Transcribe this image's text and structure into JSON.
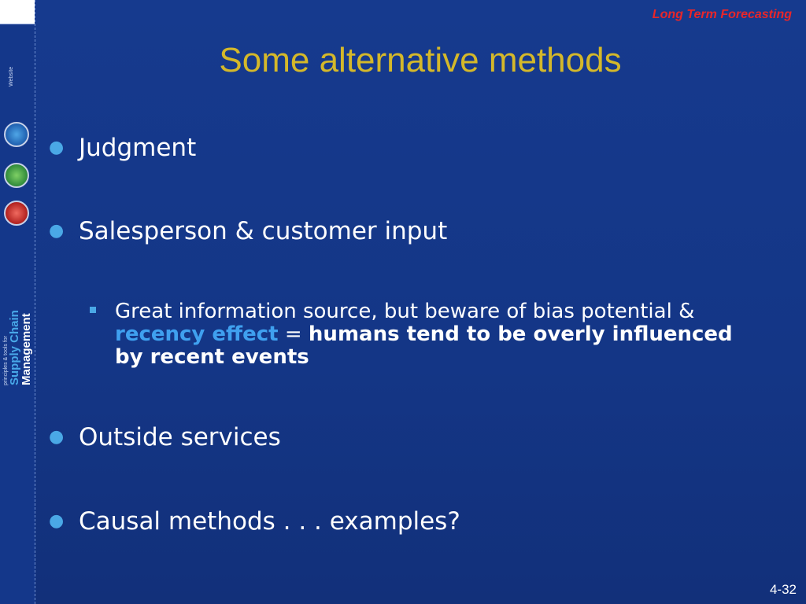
{
  "slide": {
    "topic": "Long Term Forecasting",
    "title": "Some alternative methods",
    "bullets": [
      "Judgment",
      "Salesperson & customer input",
      "Outside services",
      "Causal methods . . . examples?"
    ],
    "sub_bullet": {
      "part1": "Great information source, but beware of bias potential & ",
      "highlight": "recency effect",
      "part2": " = ",
      "bold": "humans tend to be overly influenced by recent events"
    },
    "page_number": "4-32"
  },
  "sidebar": {
    "website_label": "Website",
    "brand_tagline": "principles & tools for",
    "brand_line1": "Supply Chain",
    "brand_line2": "Management"
  },
  "colors": {
    "background": "#163a8e",
    "title": "#d4b82a",
    "topic": "#e8262a",
    "bullet_marker": "#4aa8e6",
    "highlight": "#3fa0ef"
  }
}
